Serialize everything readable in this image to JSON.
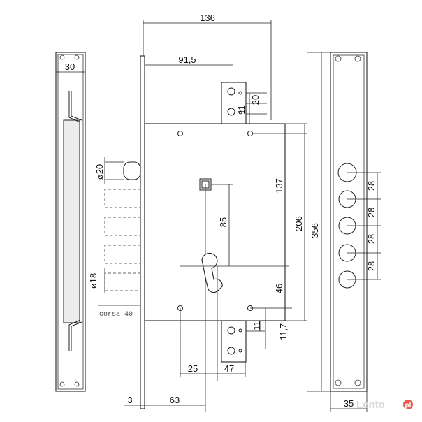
{
  "dimensions": {
    "overall_width": "136",
    "handle_offset": "91,5",
    "latch_upper_a": "11",
    "latch_upper_b": "20",
    "faceplate_width": "30",
    "bolt_diameter_top": "ø20",
    "bolt_diameter_bottom": "ø18",
    "stroke_label": "corsa 40",
    "spindle_to_top": "137",
    "spindle_to_cylinder": "85",
    "case_height": "206",
    "cylinder_to_bottom": "46",
    "strike_height": "356",
    "hole_pitch_1": "28",
    "hole_pitch_2": "28",
    "hole_pitch_3": "28",
    "hole_pitch_4": "28",
    "latch_lower": "11",
    "latch_lower_offset": "11,7",
    "cylinder_offset": "25",
    "latch_lower_width": "47",
    "faceplate_thickness": "3",
    "backset": "63",
    "strike_width": "35"
  },
  "watermark": {
    "brand": "Lento",
    "badge": "pl"
  }
}
